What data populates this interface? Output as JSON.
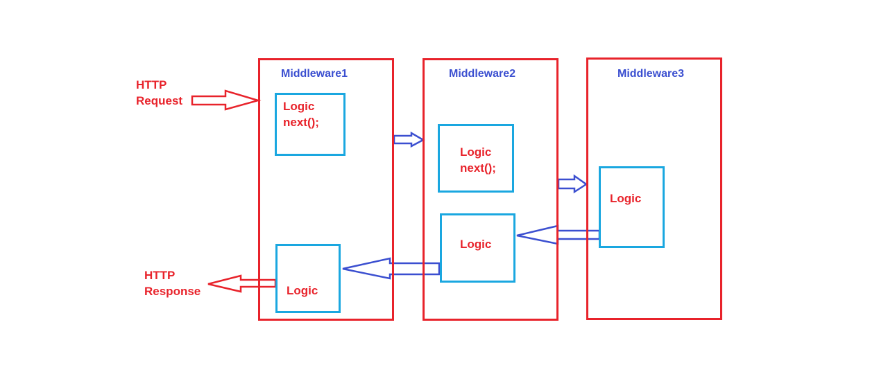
{
  "colors": {
    "middleware_border": "#e8232b",
    "logic_border": "#1aa7e0",
    "title_text": "#3b4fd0",
    "label_text": "#e8232b",
    "request_arrow": "#e8232b",
    "flow_arrow": "#3b4fd0"
  },
  "http": {
    "request_line1": "HTTP",
    "request_line2": "Request",
    "response_line1": "HTTP",
    "response_line2": "Response"
  },
  "middlewares": [
    {
      "title": "Middleware1",
      "top_logic": {
        "line1": "Logic",
        "line2": "next();"
      },
      "bottom_logic": {
        "line1": "Logic"
      }
    },
    {
      "title": "Middleware2",
      "top_logic": {
        "line1": "Logic",
        "line2": "next();"
      },
      "bottom_logic": {
        "line1": "Logic"
      }
    },
    {
      "title": "Middleware3",
      "logic": {
        "line1": "Logic"
      }
    }
  ],
  "arrows": [
    {
      "name": "request-arrow",
      "direction": "right",
      "color": "red"
    },
    {
      "name": "mw1-to-mw2-arrow",
      "direction": "right",
      "color": "blue"
    },
    {
      "name": "mw2-to-mw3-arrow",
      "direction": "right",
      "color": "blue"
    },
    {
      "name": "mw3-to-mw2-arrow",
      "direction": "left",
      "color": "blue"
    },
    {
      "name": "mw2-to-mw1-arrow",
      "direction": "left",
      "color": "blue"
    },
    {
      "name": "response-arrow",
      "direction": "left",
      "color": "red"
    }
  ]
}
